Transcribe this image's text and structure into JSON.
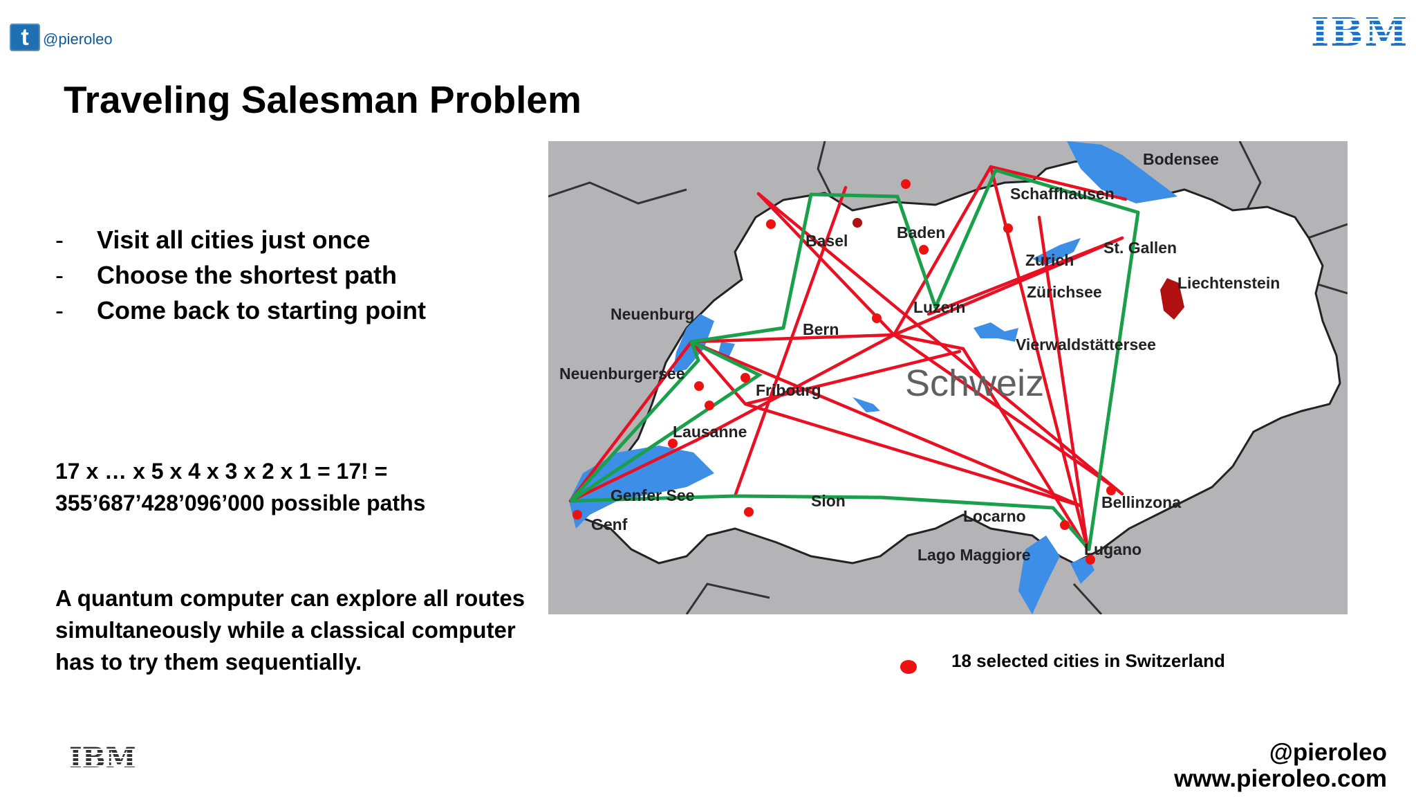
{
  "header": {
    "twitter_icon": "twitter-icon",
    "twitter_handle": "@pieroleo",
    "logo_text": "IBM"
  },
  "title": "Traveling Salesman Problem",
  "bullets": [
    {
      "dash": "-",
      "text": "Visit all cities just once"
    },
    {
      "dash": "-",
      "text": "Choose the shortest path"
    },
    {
      "dash": "-",
      "text": "Come back to starting point"
    }
  ],
  "formula": {
    "line1": "17 x … x 5 x 4 x 3 x 2 x 1 = 17! =",
    "line2": "355’687’428’096’000 possible paths"
  },
  "quantum": {
    "line1": "A quantum computer can explore all routes",
    "line2": "simultaneously while a classical computer",
    "line3": "has to try them sequentially."
  },
  "map": {
    "country": "Schweiz",
    "places": {
      "bodensee": "Bodensee",
      "schaffhausen": "Schaffhausen",
      "basel": "Basel",
      "baden": "Baden",
      "zurich": "Zurich",
      "st_gallen": "St. Gallen",
      "liechtenstein": "Liechtenstein",
      "zurichsee": "Zürichsee",
      "neuenburg": "Neuenburg",
      "luzern": "Luzern",
      "bern": "Bern",
      "vierwaldstattersee": "Vierwaldstättersee",
      "neuenburgersee": "Neuenburgersee",
      "fribourg": "Fribourg",
      "lausanne": "Lausanne",
      "genfer_see": "Genfer See",
      "sion": "Sion",
      "genf": "Genf",
      "bellinzona": "Bellinzona",
      "locarno": "Locarno",
      "lugano": "Lugano",
      "lago_maggiore": "Lago Maggiore"
    },
    "colors": {
      "background": "#b4b4b6",
      "land": "#ffffff",
      "water": "#3c8ee6",
      "city": "#ee1111",
      "route_red": "#e81123",
      "route_green": "#1aa04a",
      "liechtenstein": "#b01010"
    }
  },
  "legend": {
    "text": "18 selected cities in Switzerland"
  },
  "footer": {
    "logo_text": "IBM",
    "handle": "@pieroleo",
    "website": "www.pieroleo.com"
  }
}
